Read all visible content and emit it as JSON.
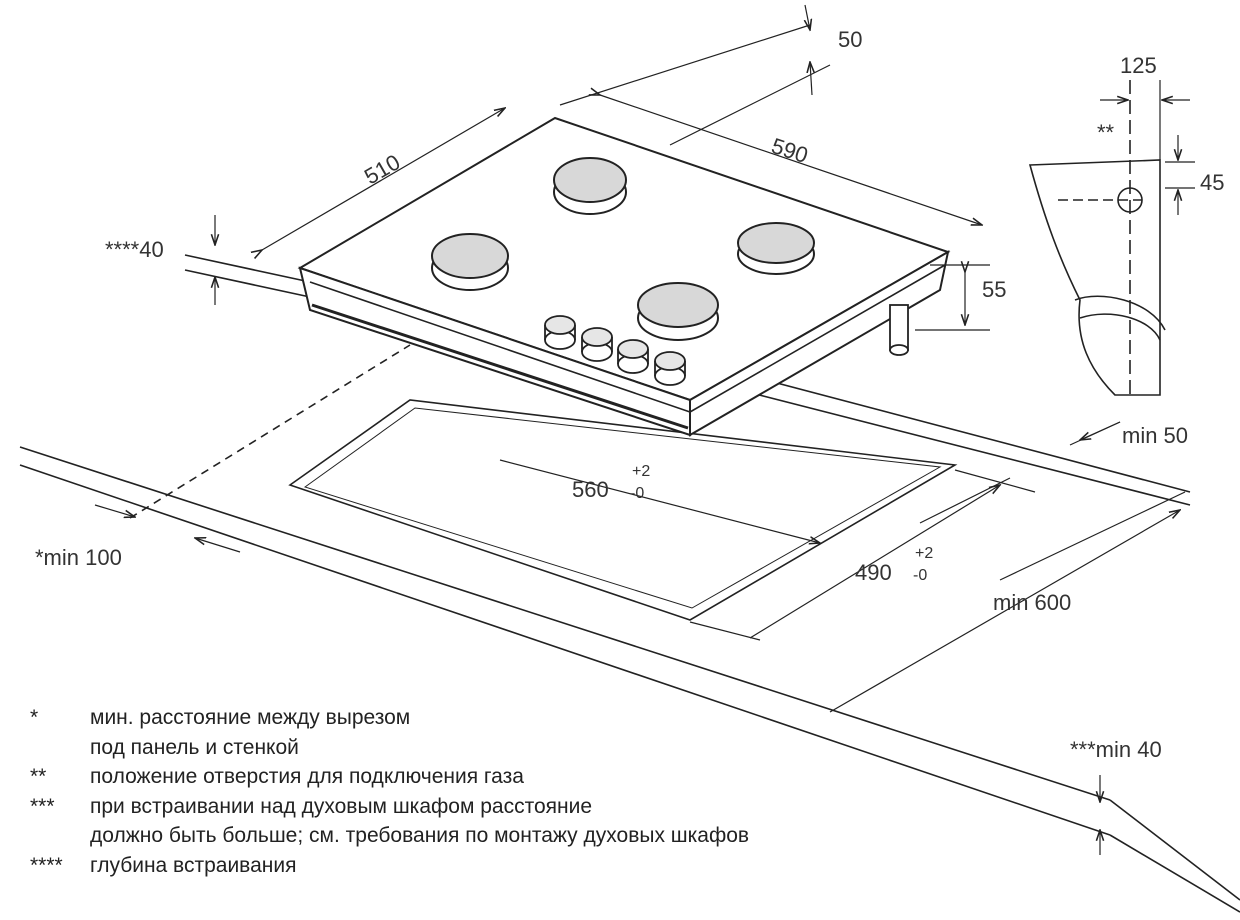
{
  "dimensions": {
    "d50": "50",
    "d590": "590",
    "d510": "510",
    "d40": "****40",
    "d55": "55",
    "d125": "125",
    "d45": "45",
    "gas_mark": "**",
    "min50": "min 50",
    "cut560": "560",
    "cut490": "490",
    "tol_plus": "+2",
    "tol_minus": "-0",
    "min100": "*min 100",
    "min600": "min 600",
    "min40": "***min 40"
  },
  "legend": [
    {
      "mark": "*",
      "lines": [
        "мин. расстояние между вырезом",
        "под панель и стенкой"
      ]
    },
    {
      "mark": "**",
      "lines": [
        "положение отверстия для подключения газа"
      ]
    },
    {
      "mark": "***",
      "lines": [
        "при встраивании над духовым шкафом расстояние",
        "должно быть больше; см. требования по монтажу духовых шкафов"
      ]
    },
    {
      "mark": "****",
      "lines": [
        "глубина встраивания"
      ]
    }
  ]
}
